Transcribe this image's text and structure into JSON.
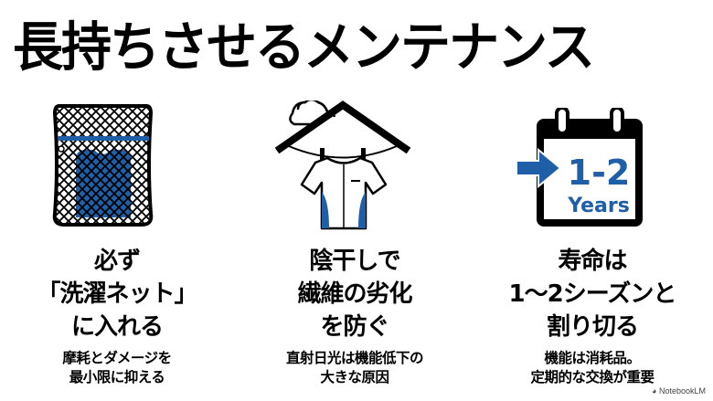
{
  "title": "長持ちさせるメンテナンス",
  "colors": {
    "accent": "#1f5fa8",
    "text": "#000000",
    "background": "#ffffff"
  },
  "columns": [
    {
      "icon": "laundry-net-icon",
      "heading_lines": [
        "必ず",
        "「洗濯ネット」",
        "に入れる"
      ],
      "sub_lines": [
        "摩耗とダメージを",
        "最小限に抑える"
      ]
    },
    {
      "icon": "shade-drying-shirt-icon",
      "heading_lines": [
        "陰干しで",
        "繊維の劣化",
        "を防ぐ"
      ],
      "sub_lines": [
        "直射日光は機能低下の",
        "大きな原因"
      ]
    },
    {
      "icon": "calendar-years-icon",
      "icon_text": {
        "range": "1-2",
        "unit": "Years"
      },
      "heading_lines": [
        "寿命は",
        "1〜2シーズンと",
        "割り切る"
      ],
      "sub_lines": [
        "機能は消耗品。",
        "定期的な交換が重要"
      ]
    }
  ],
  "branding": {
    "label": "NotebookLM"
  }
}
